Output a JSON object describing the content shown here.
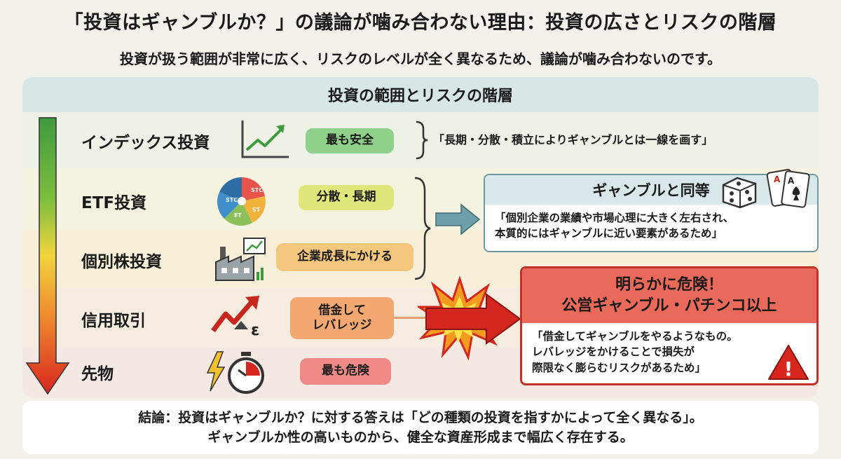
{
  "title": "「投資はギャンブルか？」の議論が噛み合わない理由：投資の広さとリスクの階層",
  "subtitle": "投資が扱う範囲が非常に広く、リスクのレベルが全く異なるため、議論が噛み合わないのです。",
  "panel": {
    "heading": "投資の範囲とリスクの階層",
    "rows": [
      {
        "label": "インデックス投資",
        "pill": "最も安全"
      },
      {
        "label": "ETF投資",
        "pill": "分散・長期"
      },
      {
        "label": "個別株投資",
        "pill": "企業成長にかける"
      },
      {
        "label": "信用取引",
        "pill_line1": "借金して",
        "pill_line2": "レバレッジ"
      },
      {
        "label": "先物",
        "pill": "最も危険"
      }
    ],
    "index_quote": "「長期・分散・積立によりギャンブルとは一線を画す」",
    "pie_labels": [
      "STC",
      "STC",
      "ET",
      "ST"
    ],
    "gamble_box": {
      "heading": "ギャンブルと同等",
      "line1": "「個別企業の業績や市場心理に大きく左右され、",
      "line2": "本質的にはギャンブルに近い要素があるため」"
    },
    "danger_box": {
      "heading_line1": "明らかに危険！",
      "heading_line2": "公営ギャンブル・パチンコ以上",
      "line1": "「借金してギャンブルをやるようなもの。",
      "line2": "レバレッジをかけることで損失が",
      "line3": "際限なく膨らむリスクがあるため」"
    },
    "warning_glyph": "!",
    "card_rank": "A",
    "leverage_glyph": "ε"
  },
  "conclusion": {
    "line1": "結論：投資はギャンブルか？に対する答えは「どの種類の投資を指すかによって全く異なる」。",
    "line2": "ギャンブルか性の高いものから、健全な資産形成まで幅広く存在する。"
  },
  "colors": {
    "safe_pill": "#8fd08a",
    "mid_pill": "#dfe77a",
    "growth_pill": "#f5c77e",
    "leverage_pill": "#f3a872",
    "danger_pill": "#ef8a86",
    "arrow_teal": "#6f9fa9",
    "arrow_red": "#d3261f"
  }
}
